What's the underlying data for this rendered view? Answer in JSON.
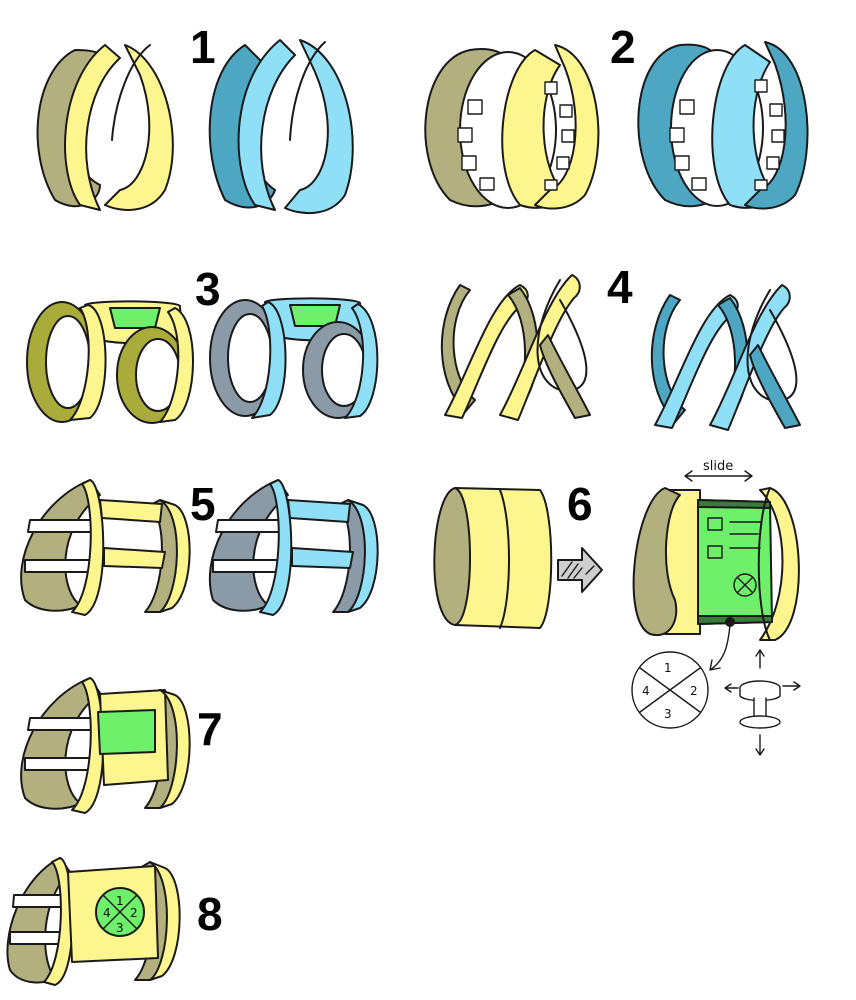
{
  "colors": {
    "olive": "#b2b07e",
    "olive_dark": "#a9ab3a",
    "yellow": "#fdf68f",
    "blue": "#4da6c2",
    "blue_light": "#8fdff7",
    "slate": "#8a9aa6",
    "green": "#6ef06a",
    "ink": "#1a1a1a"
  },
  "labels": {
    "n1": "1",
    "n2": "2",
    "n3": "3",
    "n4": "4",
    "n5": "5",
    "n6": "6",
    "n7": "7",
    "n8": "8",
    "slide": "slide"
  },
  "dial": {
    "q1": "1",
    "q2": "2",
    "q3": "3",
    "q4": "4"
  }
}
